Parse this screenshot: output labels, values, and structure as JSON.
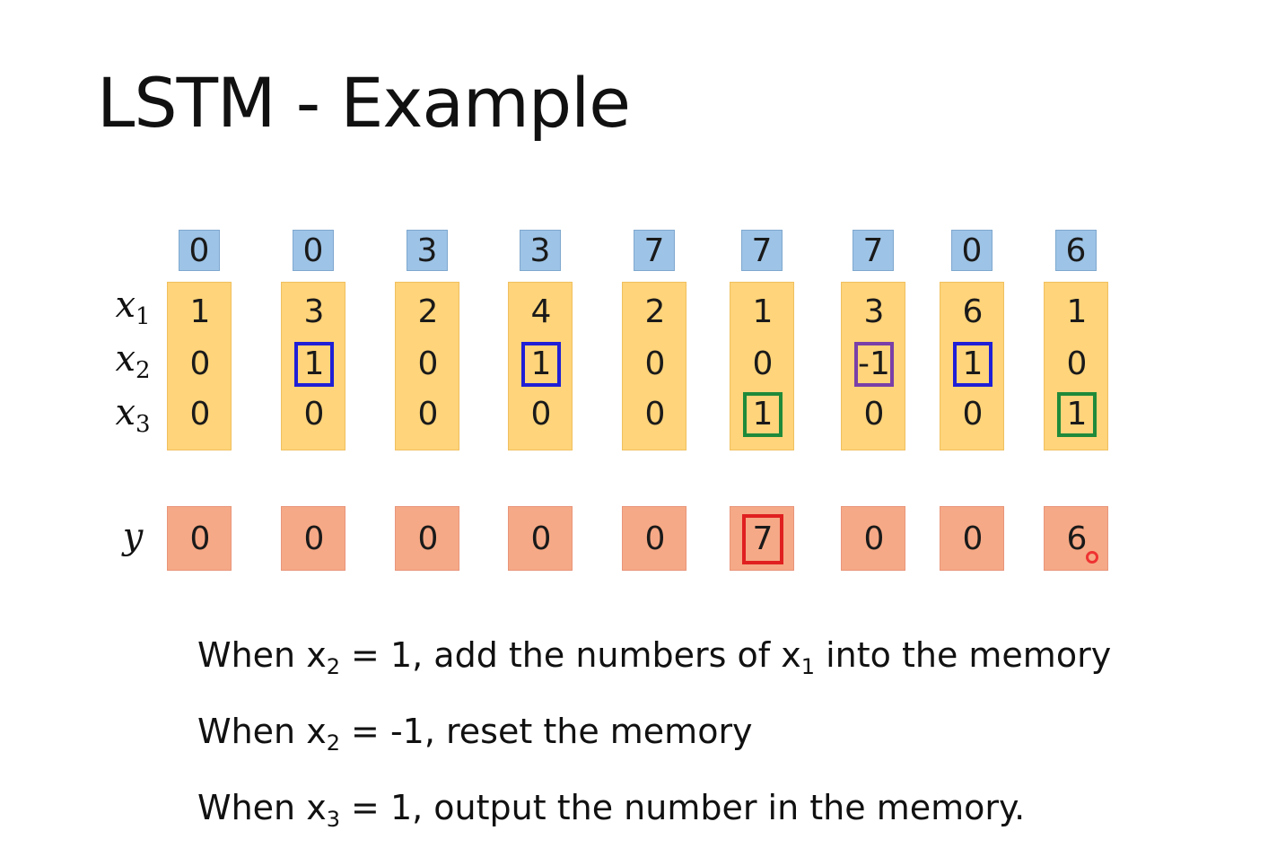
{
  "title": "LSTM - Example",
  "row_labels": {
    "x1_base": "x",
    "x1_sub": "1",
    "x2_base": "x",
    "x2_sub": "2",
    "x3_base": "x",
    "x3_sub": "3",
    "y": "y"
  },
  "highlight_colors": {
    "x2_plus": "#1f1fd6",
    "x2_minus": "#7a3fa8",
    "x3_out": "#1f8a3a",
    "y_out": "#e02020"
  },
  "columns": [
    {
      "memory": "0",
      "x1": "1",
      "x2": "0",
      "x3": "0",
      "y": "0",
      "x2_hl": "",
      "x3_hl": "",
      "y_hl": ""
    },
    {
      "memory": "0",
      "x1": "3",
      "x2": "1",
      "x3": "0",
      "y": "0",
      "x2_hl": "#1f1fd6",
      "x3_hl": "",
      "y_hl": ""
    },
    {
      "memory": "3",
      "x1": "2",
      "x2": "0",
      "x3": "0",
      "y": "0",
      "x2_hl": "",
      "x3_hl": "",
      "y_hl": ""
    },
    {
      "memory": "3",
      "x1": "4",
      "x2": "1",
      "x3": "0",
      "y": "0",
      "x2_hl": "#1f1fd6",
      "x3_hl": "",
      "y_hl": ""
    },
    {
      "memory": "7",
      "x1": "2",
      "x2": "0",
      "x3": "0",
      "y": "0",
      "x2_hl": "",
      "x3_hl": "",
      "y_hl": ""
    },
    {
      "memory": "7",
      "x1": "1",
      "x2": "0",
      "x3": "1",
      "y": "7",
      "x2_hl": "",
      "x3_hl": "#1f8a3a",
      "y_hl": "#e02020"
    },
    {
      "memory": "7",
      "x1": "3",
      "x2": "-1",
      "x3": "0",
      "y": "0",
      "x2_hl": "#7a3fa8",
      "x3_hl": "",
      "y_hl": ""
    },
    {
      "memory": "0",
      "x1": "6",
      "x2": "1",
      "x3": "0",
      "y": "0",
      "x2_hl": "#1f1fd6",
      "x3_hl": "",
      "y_hl": ""
    },
    {
      "memory": "6",
      "x1": "1",
      "x2": "0",
      "x3": "1",
      "y": "6",
      "x2_hl": "",
      "x3_hl": "#1f8a3a",
      "y_hl": ""
    }
  ],
  "notes": [
    {
      "pre": "When x",
      "sub": "2",
      "post": " = 1, add the numbers of x",
      "sub2": "1",
      "post2": " into the memory"
    },
    {
      "pre": "When x",
      "sub": "2",
      "post": " = -1, reset the memory"
    },
    {
      "pre": "When x",
      "sub": "3",
      "post": " = 1, output the number in the memory."
    }
  ]
}
